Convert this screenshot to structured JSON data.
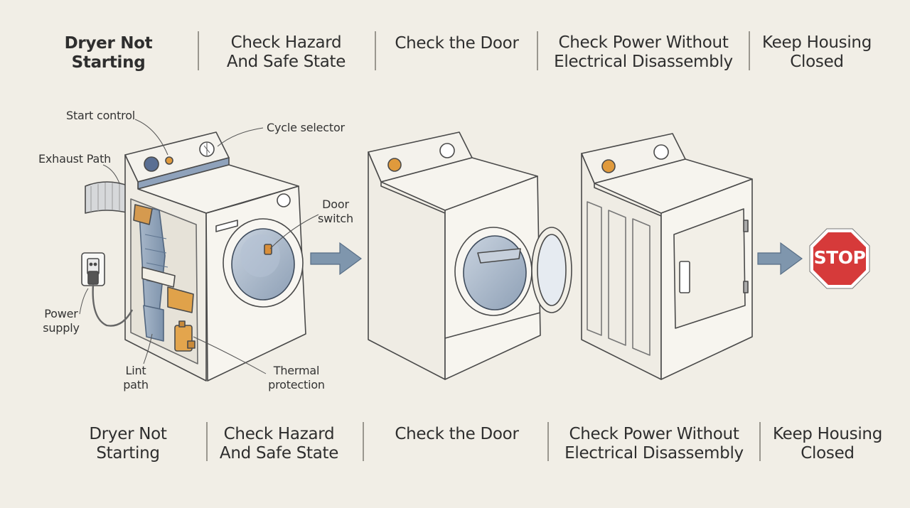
{
  "top_steps": [
    "Dryer Not Starting",
    "Check Hazard And Safe State",
    "Check the Door",
    "Check Power Without Electrical Disassembly",
    "Keep Housing Closed"
  ],
  "bottom_steps": [
    "Dryer Not Starting",
    "Check Hazard And Safe State",
    "Check the Door",
    "Check Power Without Electrical Disassembly",
    "Keep Housing Closed"
  ],
  "callouts": {
    "start_control": "Start control",
    "cycle_selector": "Cycle selector",
    "exhaust_path": "Exhaust Path",
    "door_switch": "Door switch",
    "power_supply": "Power supply",
    "lint_path": "Lint path",
    "thermal_protection": "Thermal protection"
  },
  "stop_sign": "STOP",
  "colors": {
    "background": "#f1eee6",
    "arrow": "#7f96ad",
    "stop": "#d63a3a",
    "accent_orange": "#e0a24a",
    "duct_blue": "#8fa4bd"
  }
}
